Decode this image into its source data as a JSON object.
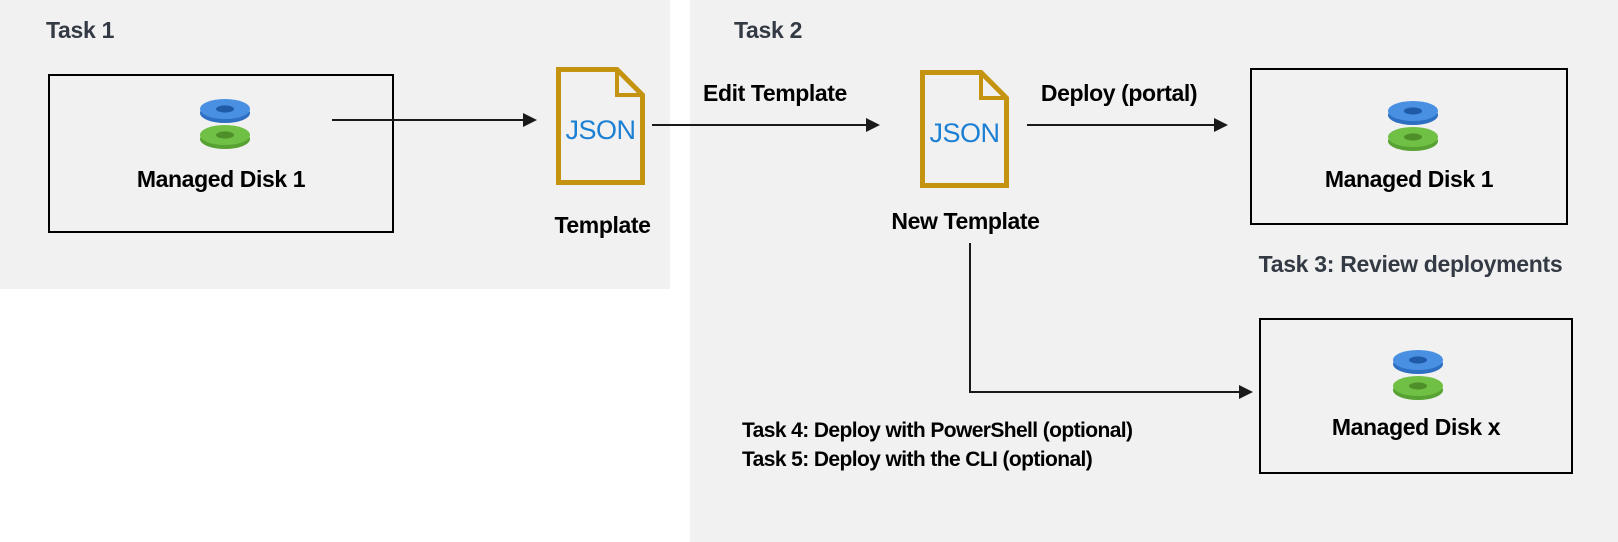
{
  "colors": {
    "panel_bg": "#f1f1f1",
    "heading_text": "#343a44",
    "label_text": "#000000",
    "accent_gold": "#c49411",
    "json_blue": "#1b7fd4",
    "line_color": "#1a1a1a",
    "disk_blue_top": "#4a90e2",
    "disk_blue_side": "#2d6fc2",
    "disk_blue_hole": "#1e5aa6",
    "disk_green_top": "#6fc044",
    "disk_green_side": "#58a233",
    "disk_green_hole": "#4f8f2a"
  },
  "task1": {
    "title": "Task 1",
    "source_disk_label": "Managed Disk 1",
    "json_doc_text": "JSON",
    "template_label": "Template"
  },
  "task2": {
    "title": "Task 2",
    "edit_arrow_label": "Edit Template",
    "json_doc_text": "JSON",
    "new_template_label": "New Template",
    "deploy_arrow_label": "Deploy (portal)",
    "deployed_disk_label": "Managed Disk 1"
  },
  "task3": {
    "label": "Task 3: Review deployments"
  },
  "task4": {
    "label": "Task 4: Deploy with PowerShell (optional)"
  },
  "task5": {
    "label": "Task 5: Deploy with the CLI (optional)"
  },
  "optional_deploy_disk_label": "Managed Disk x"
}
